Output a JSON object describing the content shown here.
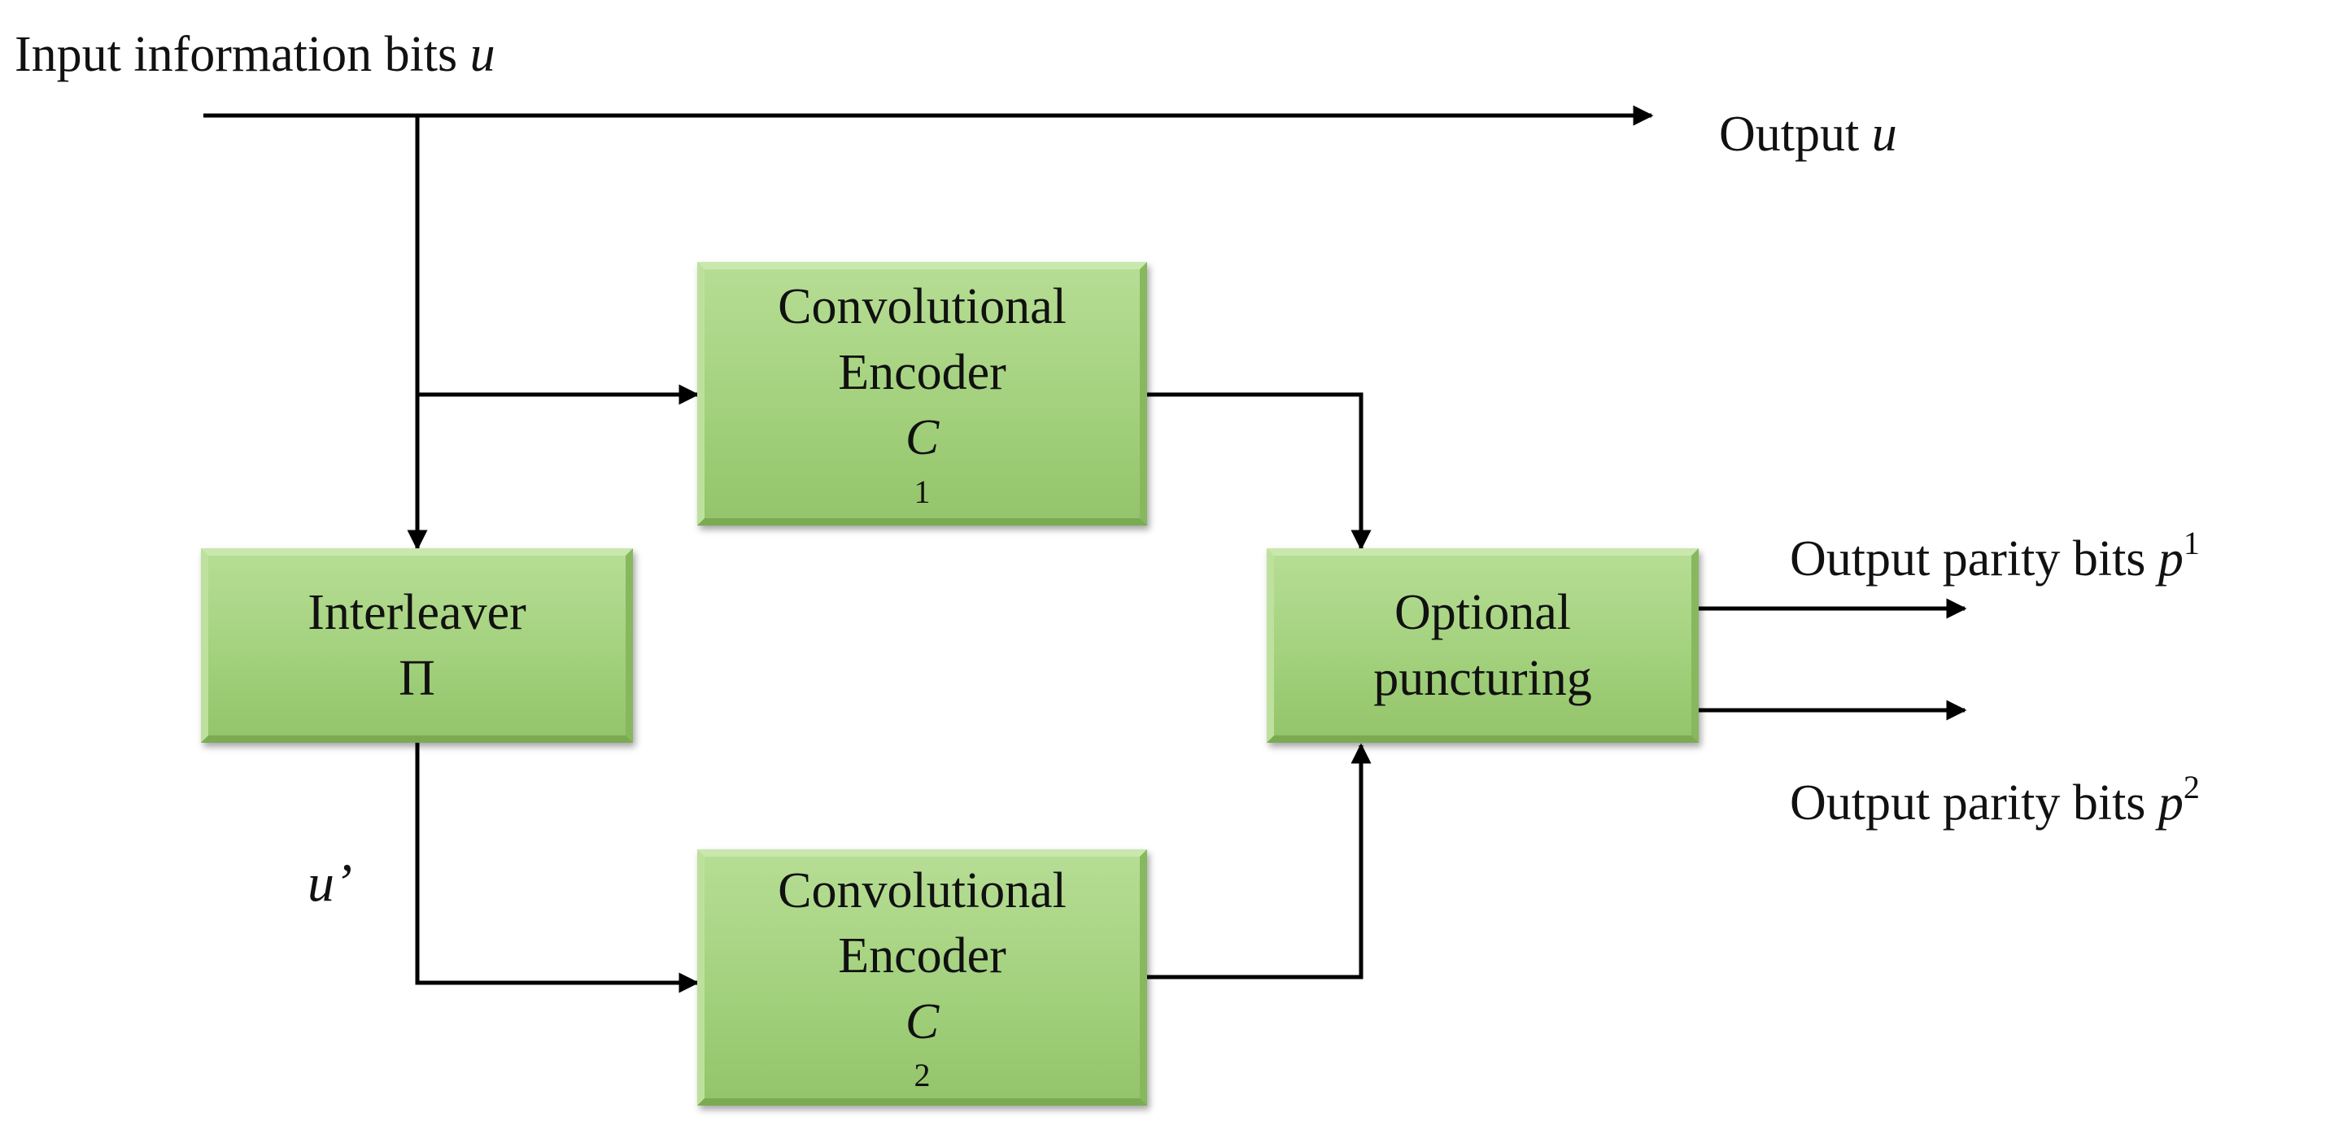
{
  "labels": {
    "input": "Input information bits",
    "input_symbol": "u",
    "output_u": "Output",
    "output_u_symbol": "u",
    "u_prime": "u’",
    "parity1": "Output parity bits",
    "parity1_symbol": "p",
    "parity1_sup": "1",
    "parity2": "Output parity bits",
    "parity2_symbol": "p",
    "parity2_sup": "2"
  },
  "blocks": {
    "encoder1": {
      "line1": "Convolutional",
      "line2": "Encoder",
      "symbol": "C",
      "sub": "1"
    },
    "encoder2": {
      "line1": "Convolutional",
      "line2": "Encoder",
      "symbol": "C",
      "sub": "2"
    },
    "interleaver": {
      "line1": "Interleaver",
      "symbol": "Π"
    },
    "puncturing": {
      "line1": "Optional",
      "line2": "puncturing"
    }
  },
  "colors": {
    "block_fill": "#a3d17d",
    "wire": "#000000"
  }
}
